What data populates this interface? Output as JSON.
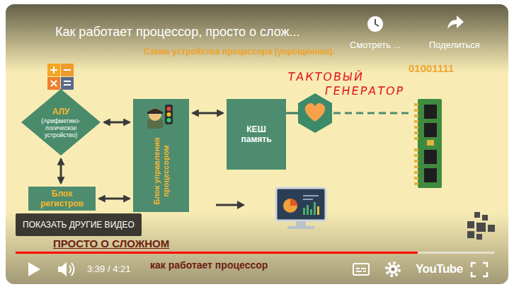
{
  "diagram": {
    "title": "Схема устройства процессора (упрощенная).",
    "nodes": [
      {
        "text": [
          "АЛУ",
          "(Арифметико-логическое устройство)"
        ]
      },
      {
        "text": [
          "Блок управления процессором"
        ]
      },
      {
        "text": [
          "КЕШ память"
        ]
      },
      {
        "text": [
          "Блок регистров"
        ]
      }
    ],
    "edges": [
      {
        "from": 0,
        "to": 1,
        "arrow": "both"
      },
      {
        "from": 1,
        "to": 2,
        "arrow": "both"
      },
      {
        "from": 0,
        "to": 3,
        "arrow": "both"
      },
      {
        "from": 3,
        "to": 1,
        "arrow": "both"
      }
    ],
    "labels": [
      "Как работает процессор, просто о слож...",
      "Смотреть ...",
      "Поделиться",
      "01001111",
      "ТАКТОВЫЙ ГЕНЕРАТОР",
      "ПОКАЗАТЬ ДРУГИЕ ВИДЕО",
      "ПРОСТО О СЛОЖНОМ",
      "как работает процессор",
      "3:39 / 4:21",
      "YouTube"
    ]
  }
}
